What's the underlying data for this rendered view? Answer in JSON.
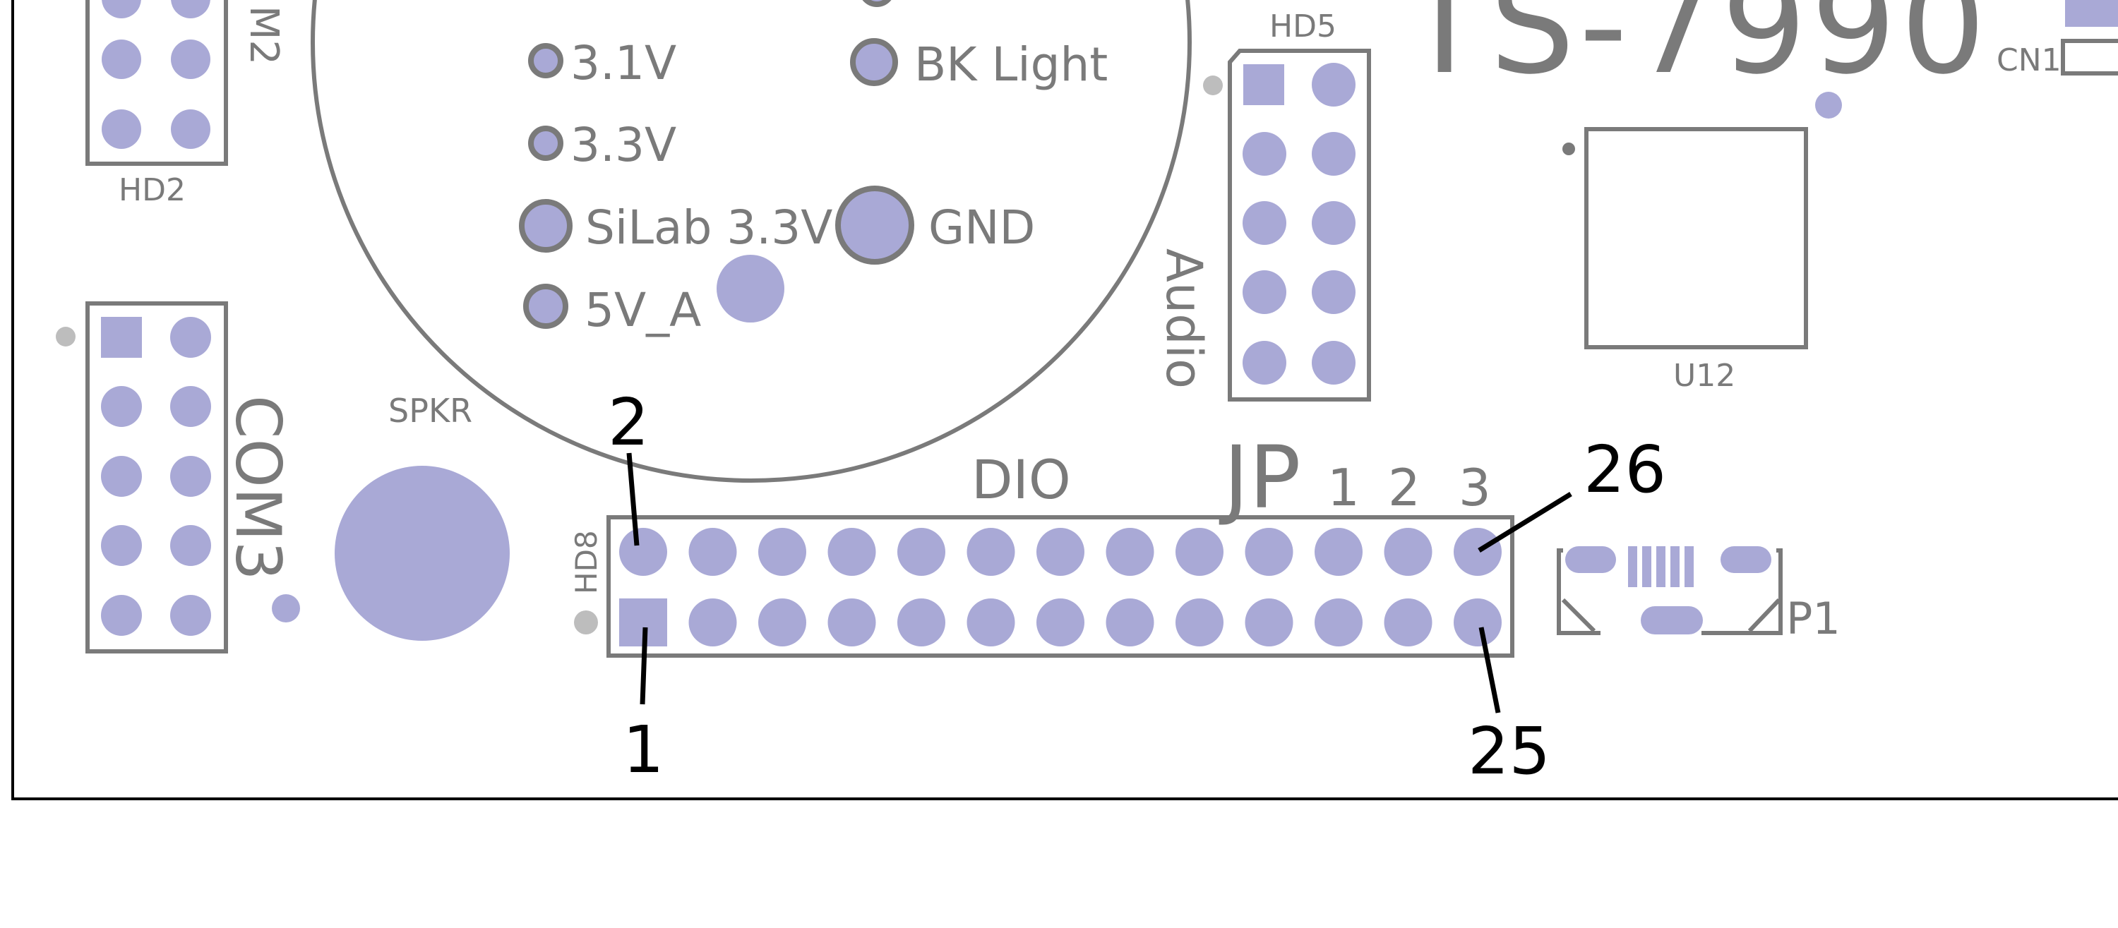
{
  "labels": {
    "top_cut_left": "M2",
    "hd2": "HD2",
    "com3": "COM3",
    "spkr": "SPKR",
    "hd8": "HD8",
    "hd5": "HD5",
    "audio": "Audio",
    "board_name": "TS-7990",
    "cn1": "CN1",
    "u12": "U12",
    "p1": "P1",
    "dio": "DIO",
    "jp": "JP",
    "jp1": "1",
    "jp2": "2",
    "jp3": "3"
  },
  "test_points": [
    {
      "id": "tp-3-1v",
      "label": "3.1V"
    },
    {
      "id": "tp-3-3v",
      "label": "3.3V"
    },
    {
      "id": "tp-silab",
      "label": "SiLab 3.3V"
    },
    {
      "id": "tp-5v-a",
      "label": "5V_A"
    },
    {
      "id": "tp-bk-light",
      "label": "BK Light"
    },
    {
      "id": "tp-gnd",
      "label": "GND"
    }
  ],
  "callouts": {
    "pin_1": "1",
    "pin_2": "2",
    "pin_25": "25",
    "pin_26": "26"
  },
  "colors": {
    "pad": "#a9a9d6",
    "silkscreen": "#7a7a7a",
    "callout": "#000000",
    "board_edge": "#000000"
  }
}
